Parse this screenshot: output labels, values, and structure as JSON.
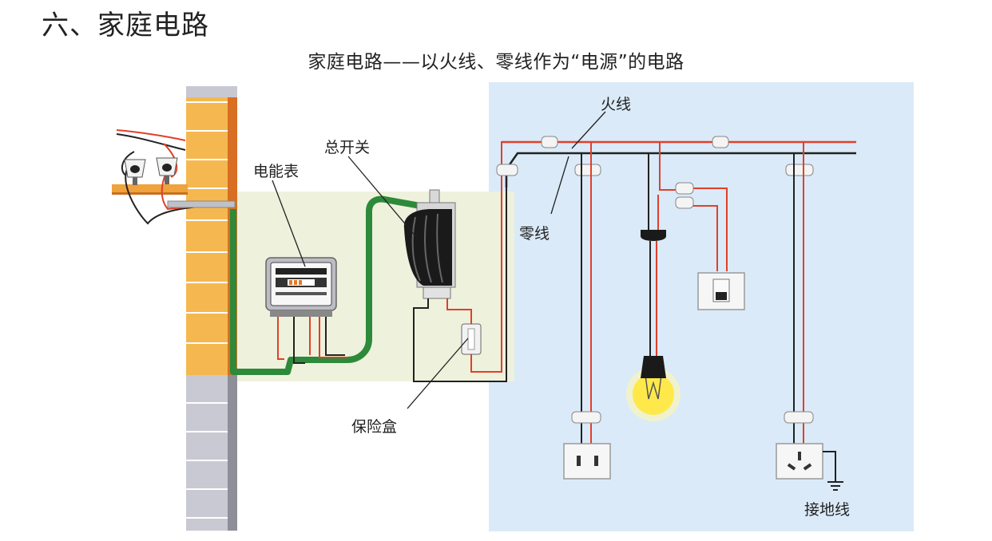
{
  "heading": "六、家庭电路",
  "subtitle": "家庭电路——以火线、零线作为“电源”的电路",
  "labels": {
    "meter": "电能表",
    "main_switch": "总开关",
    "fuse_box": "保险盒",
    "live_wire": "火线",
    "neutral_wire": "零线",
    "ground_wire": "接地线"
  },
  "colors": {
    "panel_bg": "#daeaf8",
    "box_bg": "#eef1dc",
    "brick": "#f5b850",
    "live": "#e0402a",
    "neutral": "#222222",
    "ground": "#2c8a3a",
    "bulb": "#ffe94a"
  }
}
